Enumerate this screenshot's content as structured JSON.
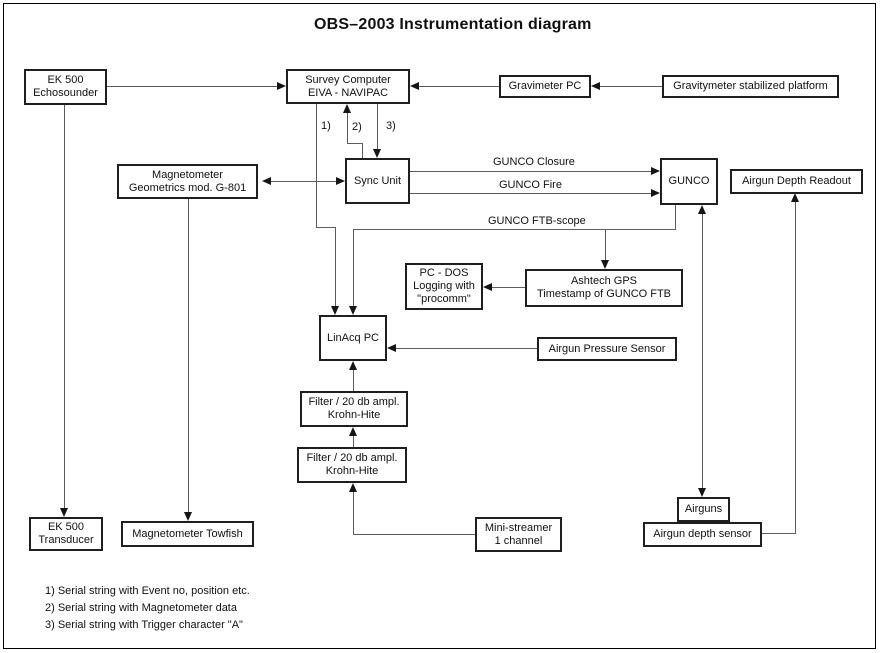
{
  "title": "OBS–2003 Instrumentation diagram",
  "nodes": {
    "ek500_echosounder": {
      "label": "EK 500\nEchosounder"
    },
    "survey_computer": {
      "label": "Survey Computer\nEIVA - NAVIPAC"
    },
    "gravimeter_pc": {
      "label": "Gravimeter PC"
    },
    "gravity_platform": {
      "label": "Gravitymeter stabilized platform"
    },
    "magnetometer": {
      "label": "Magnetometer\nGeometrics mod. G-801"
    },
    "sync_unit": {
      "label": "Sync Unit"
    },
    "gunco": {
      "label": "GUNCO"
    },
    "airgun_depth_readout": {
      "label": "Airgun Depth Readout"
    },
    "pc_dos": {
      "label": "PC - DOS\nLogging with\n\"procomm\""
    },
    "ashtech_gps": {
      "label": "Ashtech GPS\nTimestamp of GUNCO FTB"
    },
    "linacq_pc": {
      "label": "LinAcq PC"
    },
    "airgun_pressure_sensor": {
      "label": "Airgun Pressure Sensor"
    },
    "filter_upper": {
      "label": "Filter / 20 db ampl.\nKrohn-Hite"
    },
    "filter_lower": {
      "label": "Filter / 20 db ampl.\nKrohn-Hite"
    },
    "ek500_transducer": {
      "label": "EK 500\nTransducer"
    },
    "magnetometer_towfish": {
      "label": "Magnetometer Towfish"
    },
    "mini_streamer": {
      "label": "Mini-streamer\n1 channel"
    },
    "airguns": {
      "label": "Airguns"
    },
    "airgun_depth_sensor": {
      "label": "Airgun depth sensor"
    }
  },
  "edge_labels": {
    "gunco_closure": "GUNCO Closure",
    "gunco_fire": "GUNCO Fire",
    "gunco_ftb_scope": "GUNCO FTB-scope",
    "serial_1": "1)",
    "serial_2": "2)",
    "serial_3": "3)"
  },
  "notes": [
    "1) Serial string with Event no, position etc.",
    "2) Serial string with Magnetometer data",
    "3) Serial string with Trigger character \"A\""
  ],
  "colors": {
    "background": "#ffffff",
    "line": "#5c5c5c",
    "box_border": "#1f1f1f",
    "text": "#111111"
  }
}
